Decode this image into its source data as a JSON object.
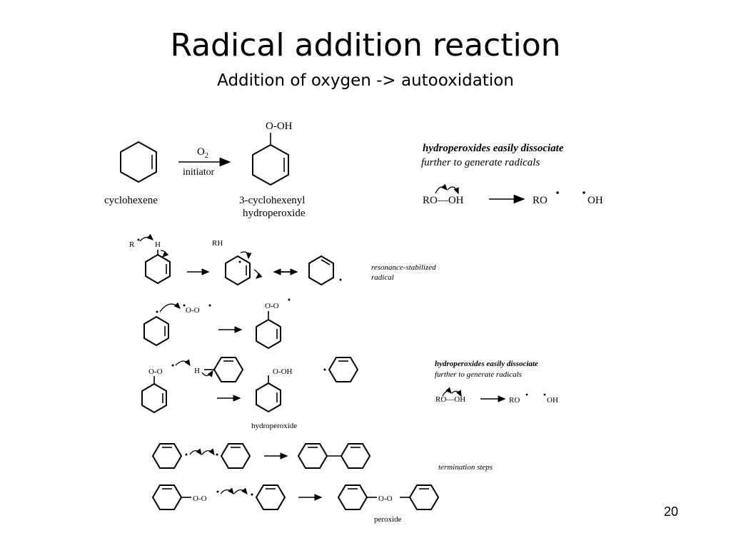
{
  "slide": {
    "title": "Radical addition reaction",
    "subtitle": "Addition of oxygen -> autooxidation",
    "page_number": "20"
  },
  "top_reaction": {
    "reactant_name": "cyclohexene",
    "reagent": "O",
    "reagent_subscript": "2",
    "condition": "initiator",
    "product_group": "O-OH",
    "product_name_line1": "3-cyclohexenyl",
    "product_name_line2": "hydroperoxide"
  },
  "dissociation_note": {
    "line1": "hydroperoxides easily dissociate",
    "line2": "further to generate radicals",
    "reactant": "RO—OH",
    "product_1": "RO",
    "product_2": "OH"
  },
  "mechanism": {
    "step1": {
      "reagent_r": "R",
      "reagent_h": "H",
      "byproduct": "RH",
      "note_line1": "resonance-stabilized",
      "note_line2": "radical"
    },
    "step2": {
      "oxygen": "O-O",
      "product_group": "O-O"
    },
    "step3": {
      "peroxyl_group": "O-O",
      "h_atom": "H",
      "product_group": "O-OH",
      "product_name": "hydroperoxide",
      "note_line1": "hydroperoxides easily dissociate",
      "note_line2": "further to generate radicals",
      "note_reactant": "RO—OH",
      "note_product_1": "RO",
      "note_product_2": "OH"
    },
    "termination": {
      "label": "termination steps",
      "peroxyl_group": "O-O",
      "product_group": "O-O",
      "product_name": "peroxide"
    }
  }
}
